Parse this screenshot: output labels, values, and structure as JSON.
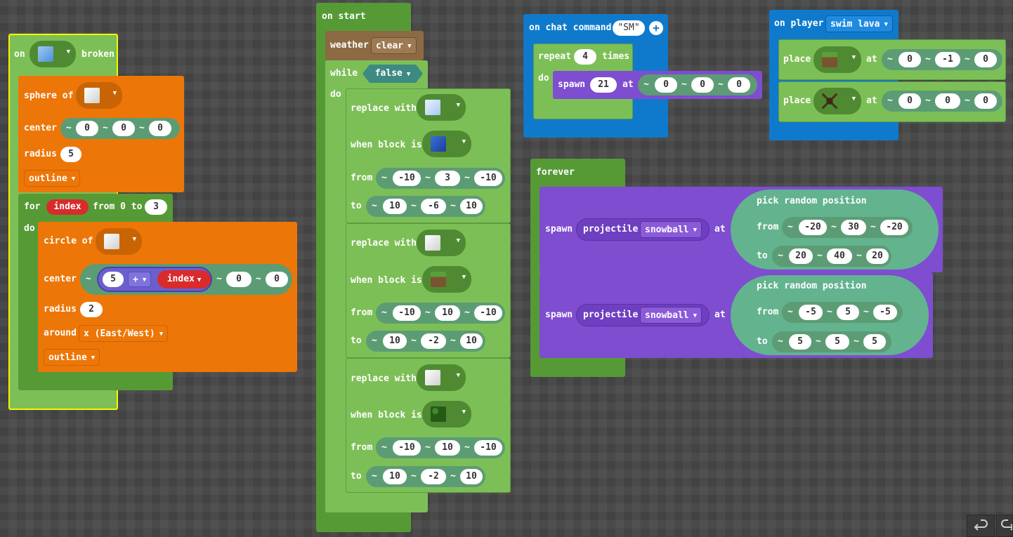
{
  "colors": {
    "background": "#4a4a4a",
    "blocks_orange": "#ed7608",
    "loops_green": "#6ab54a",
    "player_blue": "#0f7acc",
    "mobs_purple": "#7e4dd0",
    "gameplay_brown": "#8c6a43",
    "position_teal": "#5c9c74",
    "variable_red": "#d92b2b",
    "selection_outline": "#f5f500"
  },
  "on_broken": {
    "on_label": "on",
    "broken_label": "broken",
    "block_icon": "blue-ice-cube-icon",
    "sphere": {
      "label": "sphere of",
      "block_icon": "white-block-icon",
      "center_label": "center",
      "center": [
        "0",
        "0",
        "0"
      ],
      "radius_label": "radius",
      "radius": "5",
      "mode": "outline"
    },
    "for_loop": {
      "for_label": "for",
      "var": "index",
      "from_label": "from 0 to",
      "to": "3",
      "do_label": "do"
    },
    "circle": {
      "label": "circle of",
      "block_icon": "white-block-icon",
      "center_label": "center",
      "x_a": "5",
      "op": "+",
      "x_var": "index",
      "y": "0",
      "z": "0",
      "radius_label": "radius",
      "radius": "2",
      "around_label": "around",
      "axis": "x (East/West)",
      "mode": "outline"
    }
  },
  "on_start": {
    "label": "on start",
    "weather_label": "weather",
    "weather_value": "clear",
    "while_label": "while",
    "while_value": "false",
    "do_label": "do",
    "replaces": [
      {
        "replace_label": "replace with",
        "with_icon": "white-ice-cube-icon",
        "when_label": "when block is",
        "when_icon": "blue-block-icon",
        "from_label": "from",
        "from": [
          "-10",
          "3",
          "-10"
        ],
        "to_label": "to",
        "to": [
          "10",
          "-6",
          "10"
        ]
      },
      {
        "replace_label": "replace with",
        "with_icon": "white-block-icon",
        "when_label": "when block is",
        "when_icon": "grass-block-icon",
        "from_label": "from",
        "from": [
          "-10",
          "10",
          "-10"
        ],
        "to_label": "to",
        "to": [
          "10",
          "-2",
          "10"
        ]
      },
      {
        "replace_label": "replace with",
        "with_icon": "white-block-icon",
        "when_label": "when block is",
        "when_icon": "leaves-block-icon",
        "from_label": "from",
        "from": [
          "-10",
          "10",
          "-10"
        ],
        "to_label": "to",
        "to": [
          "10",
          "-2",
          "10"
        ]
      }
    ]
  },
  "on_chat": {
    "label": "on chat command",
    "command": "\"SM\"",
    "repeat_label": "repeat",
    "repeat_count": "4",
    "times_label": "times",
    "do_label": "do",
    "spawn_label": "spawn",
    "spawn_mob": "21",
    "at_label": "at",
    "pos": [
      "0",
      "0",
      "0"
    ]
  },
  "on_player": {
    "label": "on player",
    "event": "swim lava",
    "places": [
      {
        "label": "place",
        "icon": "grass-block-icon",
        "at_label": "at",
        "pos": [
          "0",
          "-1",
          "0"
        ]
      },
      {
        "label": "place",
        "icon": "dead-bush-icon",
        "at_label": "at",
        "pos": [
          "0",
          "0",
          "0"
        ]
      }
    ]
  },
  "forever": {
    "label": "forever",
    "spawns": [
      {
        "spawn_label": "spawn",
        "proj_label": "projectile",
        "proj_value": "snowball",
        "at_label": "at",
        "pick_label": "pick random position",
        "from_label": "from",
        "from": [
          "-20",
          "30",
          "-20"
        ],
        "to_label": "to",
        "to": [
          "20",
          "40",
          "20"
        ]
      },
      {
        "spawn_label": "spawn",
        "proj_label": "projectile",
        "proj_value": "snowball",
        "at_label": "at",
        "pick_label": "pick random position",
        "from_label": "from",
        "from": [
          "-5",
          "5",
          "-5"
        ],
        "to_label": "to",
        "to": [
          "5",
          "5",
          "5"
        ]
      }
    ]
  },
  "toolbar": {
    "undo_icon": "undo-icon",
    "redo_icon": "redo-icon"
  }
}
